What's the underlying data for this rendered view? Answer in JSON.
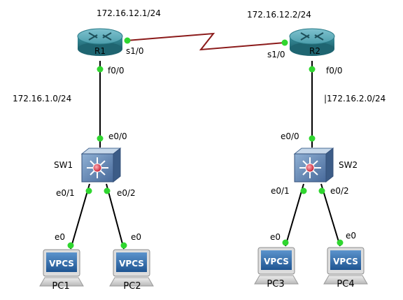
{
  "subnets": {
    "wan_r1": "172.16.12.1/24",
    "wan_r2": "172.16.12.2/24",
    "lan1": "172.16.1.0/24",
    "lan2": "|172.16.2.0/24"
  },
  "devices": {
    "r1": {
      "label": "R1"
    },
    "r2": {
      "label": "R2"
    },
    "sw1": {
      "label": "SW1"
    },
    "sw2": {
      "label": "SW2"
    },
    "pc1": {
      "label": "PC1",
      "screen": "VPCS"
    },
    "pc2": {
      "label": "PC2",
      "screen": "VPCS"
    },
    "pc3": {
      "label": "PC3",
      "screen": "VPCS"
    },
    "pc4": {
      "label": "PC4",
      "screen": "VPCS"
    }
  },
  "ports": {
    "r1_s1_0": "s1/0",
    "r2_s1_0": "s1/0",
    "r1_f0_0": "f0/0",
    "r2_f0_0": "f0/0",
    "sw1_e0_0": "e0/0",
    "sw2_e0_0": "e0/0",
    "sw1_e0_1": "e0/1",
    "sw1_e0_2": "e0/2",
    "sw2_e0_1": "e0/1",
    "sw2_e0_2": "e0/2",
    "pc1_e0": "e0",
    "pc2_e0": "e0",
    "pc3_e0": "e0",
    "pc4_e0": "e0"
  },
  "colors": {
    "link": "#000000",
    "serial_link": "#8b1a1a",
    "port_dot": "#2fd62f",
    "router_body": "#2e7f8c",
    "switch_body": "#5a7fa8",
    "pc_screen": "#2f6aa8"
  }
}
